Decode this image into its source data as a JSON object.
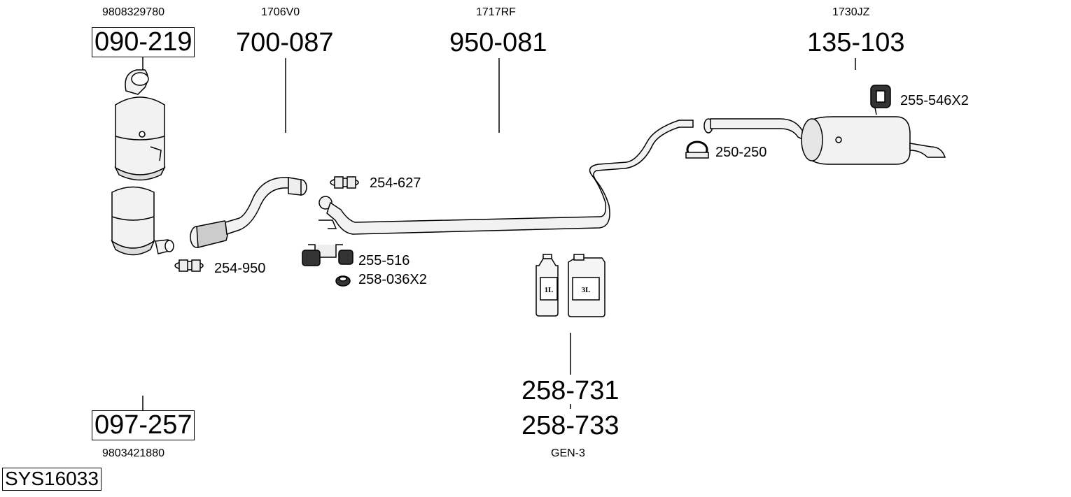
{
  "system_code": "SYS16033",
  "parts": {
    "cat_front": {
      "oem": "9808329780",
      "number": "090-219"
    },
    "front_pipe": {
      "oem": "1706V0",
      "number": "700-087"
    },
    "middle_pipe": {
      "oem": "1717RF",
      "number": "950-081"
    },
    "rear_silencer": {
      "oem": "1730JZ",
      "number": "135-103"
    },
    "cat_rear": {
      "oem": "9803421880",
      "number": "097-257"
    },
    "additive_1": {
      "number": "258-731"
    },
    "additive_2": {
      "number": "258-733"
    },
    "additive_type": "GEN-3"
  },
  "accessories": {
    "clamp_front_pipe": "254-627",
    "clamp_cat": "254-950",
    "bracket": "255-516",
    "nut": "258-036X2",
    "clamp_rear": "250-250",
    "rubber_rear": "255-546X2"
  },
  "containers": {
    "small_label": "1L",
    "large_label": "3L"
  }
}
